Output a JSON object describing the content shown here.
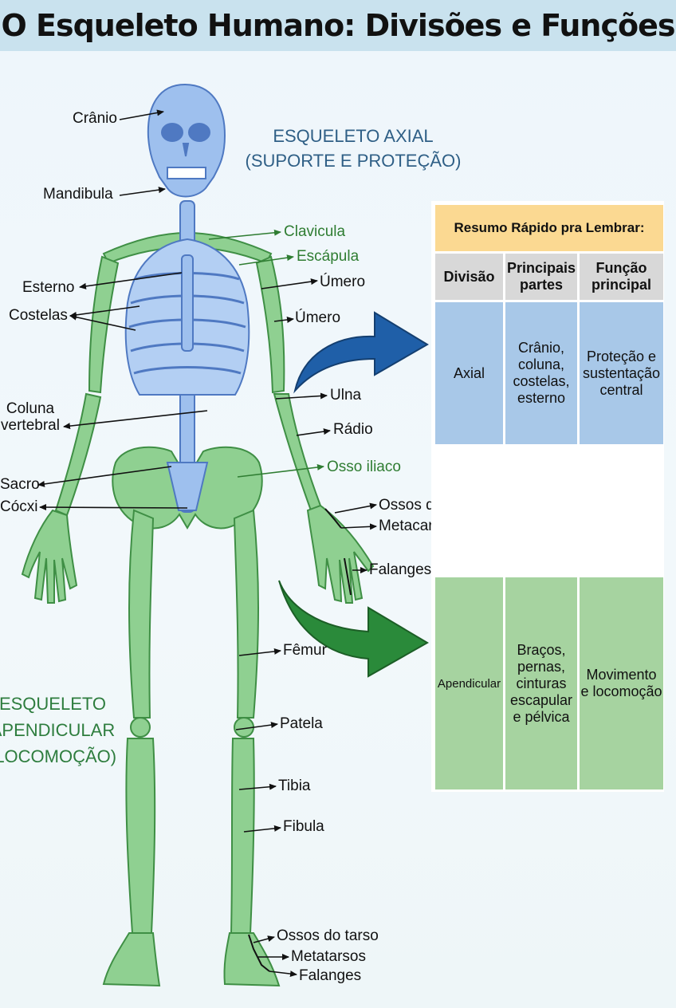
{
  "title": "O Esqueleto Humano: Divisões e Funções",
  "sections": {
    "axial": [
      "ESQUELETO AXIAL",
      "(SUPORTE E PROTEÇÃO)"
    ],
    "appendicular": [
      "ESQUELETO",
      "APENDICULAR",
      "(LOCOMOÇÃO)"
    ]
  },
  "labels": {
    "cranio": "Crânio",
    "mandibula": "Mandibula",
    "clavicula": "Clavicula",
    "escapula": "Escápula",
    "esterno": "Esterno",
    "umero1": "Úmero",
    "costelas": "Costelas",
    "umero2": "Úmero",
    "ulna": "Ulna",
    "coluna": [
      "Coluna",
      "vertebral"
    ],
    "radio": "Rádio",
    "osso_iliaco": "Osso iliaco",
    "sacro": "Sacro",
    "coccix": "Cócxi",
    "carpo": "Ossos do carpo",
    "metacarpos": "Metacarpos",
    "falanges_mao": "Falanges",
    "femur": "Fêmur",
    "patela": "Patela",
    "tibia": "Tibia",
    "fibula": "Fibula",
    "tarso": "Ossos do tarso",
    "metatarsos": "Metatarsos",
    "falanges_pe": "Falanges"
  },
  "summary": {
    "title": "Resumo Rápido pra Lembrar:",
    "headers": [
      "Divisão",
      [
        "Principais",
        "partes"
      ],
      [
        "Função",
        "principal"
      ]
    ],
    "axial_row": [
      "Axial",
      [
        "Crânio,",
        "coluna,",
        "costelas,",
        "esterno"
      ],
      [
        "Proteção e",
        "sustentação",
        "central"
      ]
    ],
    "apendicular_row": [
      "Apendicular",
      [
        "Braços,",
        "pernas,",
        "cinturas",
        "escapular",
        "e pélvica"
      ],
      [
        "Movimento",
        "e locomoção"
      ]
    ]
  },
  "colors": {
    "axial_bone": "#7aa5e6",
    "appendicular_bone": "#7cc47e",
    "axial_arrow": "#1f5fa8",
    "appendicular_arrow": "#2a8a3a",
    "header_bar": "#c9e2ee"
  }
}
